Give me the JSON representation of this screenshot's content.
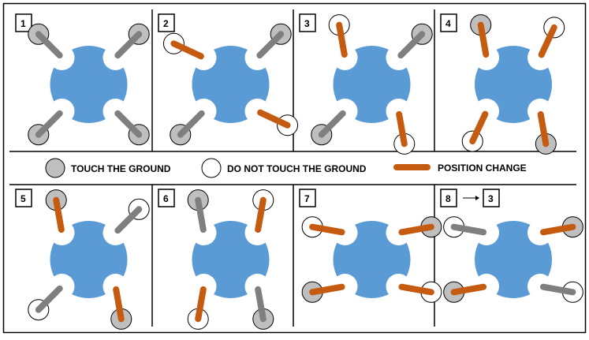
{
  "colors": {
    "body": "#5b9bd5",
    "leg_static": "#7f7f7f",
    "leg_moving": "#c55a11",
    "foot_ground": "#bfbfbf",
    "foot_air": "#ffffff",
    "lines": "#000000"
  },
  "panels": [
    {
      "label": "1",
      "legs": [
        {
          "corner": "tl",
          "state": "ground",
          "moving": false
        },
        {
          "corner": "tr",
          "state": "ground",
          "moving": false
        },
        {
          "corner": "bl",
          "state": "ground",
          "moving": false
        },
        {
          "corner": "br",
          "state": "ground",
          "moving": false
        }
      ]
    },
    {
      "label": "2",
      "legs": [
        {
          "corner": "tl",
          "state": "air",
          "moving": true
        },
        {
          "corner": "tr",
          "state": "ground",
          "moving": false
        },
        {
          "corner": "bl",
          "state": "ground",
          "moving": false
        },
        {
          "corner": "br",
          "state": "air",
          "moving": true
        }
      ]
    },
    {
      "label": "3",
      "legs": [
        {
          "corner": "tl",
          "state": "air",
          "moving": true
        },
        {
          "corner": "tr",
          "state": "ground",
          "moving": false
        },
        {
          "corner": "bl",
          "state": "ground",
          "moving": false
        },
        {
          "corner": "br",
          "state": "air",
          "moving": true
        }
      ]
    },
    {
      "label": "4",
      "legs": [
        {
          "corner": "tl",
          "state": "ground",
          "moving": true
        },
        {
          "corner": "tr",
          "state": "air",
          "moving": true
        },
        {
          "corner": "bl",
          "state": "air",
          "moving": true
        },
        {
          "corner": "br",
          "state": "ground",
          "moving": true
        }
      ]
    },
    {
      "label": "5",
      "legs": [
        {
          "corner": "tl",
          "state": "ground",
          "moving": true
        },
        {
          "corner": "tr",
          "state": "air",
          "moving": false
        },
        {
          "corner": "bl",
          "state": "air",
          "moving": false
        },
        {
          "corner": "br",
          "state": "ground",
          "moving": true
        }
      ]
    },
    {
      "label": "6",
      "legs": [
        {
          "corner": "tl",
          "state": "ground",
          "moving": false
        },
        {
          "corner": "tr",
          "state": "air",
          "moving": true
        },
        {
          "corner": "bl",
          "state": "air",
          "moving": true
        },
        {
          "corner": "br",
          "state": "ground",
          "moving": false
        }
      ]
    },
    {
      "label": "7",
      "legs": [
        {
          "corner": "tl",
          "state": "air",
          "moving": true
        },
        {
          "corner": "tr",
          "state": "ground",
          "moving": true
        },
        {
          "corner": "bl",
          "state": "ground",
          "moving": true
        },
        {
          "corner": "br",
          "state": "air",
          "moving": true
        }
      ]
    },
    {
      "label": "8",
      "label_target": "3",
      "legs": [
        {
          "corner": "tl",
          "state": "air",
          "moving": false
        },
        {
          "corner": "tr",
          "state": "ground",
          "moving": true
        },
        {
          "corner": "bl",
          "state": "ground",
          "moving": true
        },
        {
          "corner": "br",
          "state": "air",
          "moving": false
        }
      ]
    }
  ],
  "legend": {
    "ground_label": "TOUCH THE GROUND",
    "air_label": "DO NOT TOUCH THE GROUND",
    "change_label": "POSITION CHANGE"
  }
}
